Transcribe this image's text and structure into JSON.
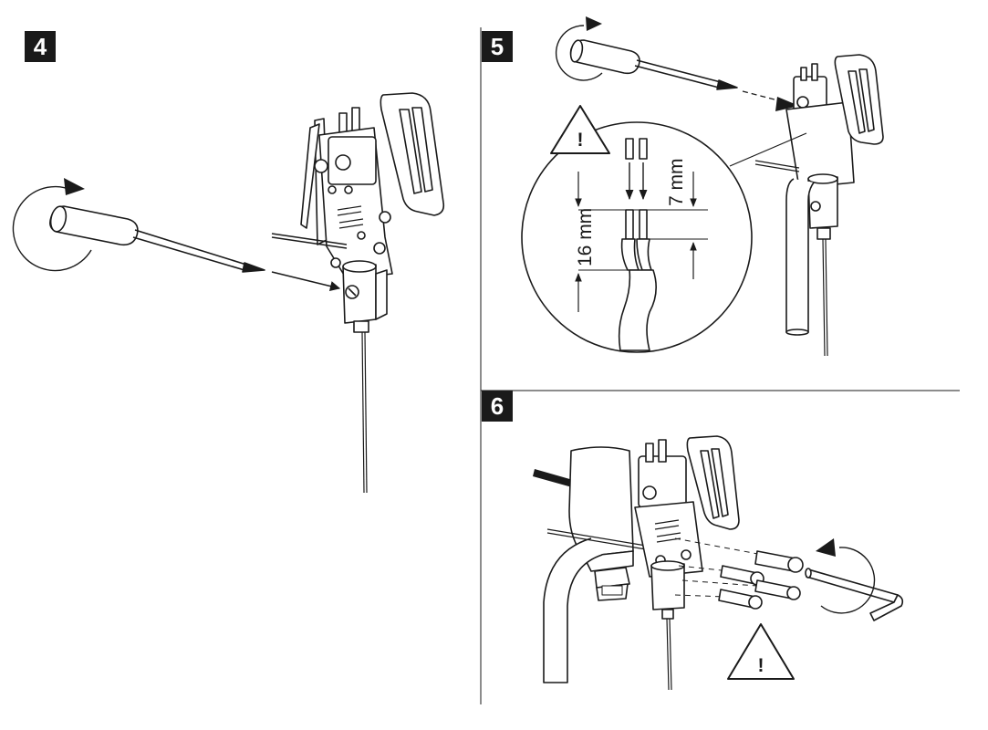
{
  "steps": [
    {
      "number": "4"
    },
    {
      "number": "5"
    },
    {
      "number": "6"
    }
  ],
  "dimensions": {
    "strip_outer": "16 mm",
    "strip_inner": "7 mm"
  },
  "warning": {
    "glyph": "!"
  },
  "colors": {
    "ink": "#1a1a1a",
    "paper": "#ffffff",
    "mid": "#888888"
  }
}
